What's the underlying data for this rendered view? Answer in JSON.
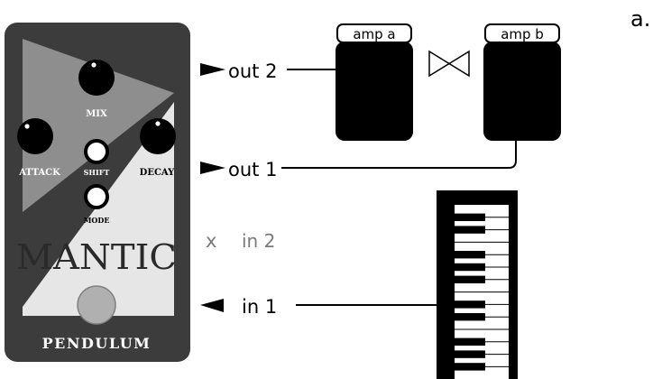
{
  "panel_label": "a.",
  "pedal": {
    "name": "MANTIC",
    "brand": "PENDULUM",
    "knobs": {
      "mix": "MIX",
      "attack": "ATTACK",
      "decay": "DECAY"
    },
    "buttons": {
      "shift": "SHIFT",
      "mode": "MODE"
    },
    "colors": {
      "body": "#3c3c3c",
      "upper_panel": "#8e8e8e",
      "lower_panel": "#e6e6e6",
      "footswitch": "#b0b0b0"
    }
  },
  "jacks": {
    "out2": "out 2",
    "out1": "out 1",
    "in2_marker": "x",
    "in2": "in 2",
    "in1": "in 1"
  },
  "amps": {
    "amp_a": "amp a",
    "amp_b": "amp b"
  }
}
